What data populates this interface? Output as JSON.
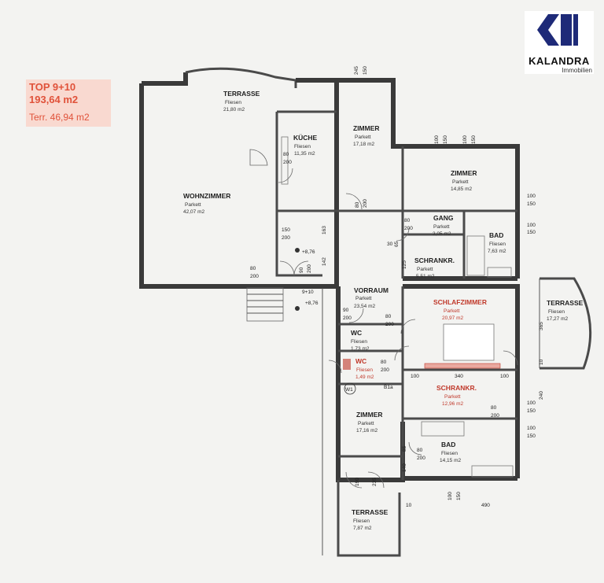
{
  "info": {
    "top": "TOP 9+10",
    "area": "193,64 m2",
    "terrace": "Terr. 46,94 m2"
  },
  "logo": {
    "name": "KALANDRA",
    "sub": "Immobilien",
    "brand_color": "#1e2a78"
  },
  "rooms": [
    {
      "id": "terrasse-north",
      "name": "TERRASSE",
      "floor": "Fliesen",
      "area": "21,80 m2",
      "color": "black"
    },
    {
      "id": "kueche",
      "name": "KÜCHE",
      "floor": "Fliesen",
      "area": "11,35 m2",
      "color": "black"
    },
    {
      "id": "zimmer-north",
      "name": "ZIMMER",
      "floor": "Parkett",
      "area": "17,18 m2",
      "color": "black"
    },
    {
      "id": "zimmer-ne",
      "name": "ZIMMER",
      "floor": "Parkett",
      "area": "14,85 m2",
      "color": "black"
    },
    {
      "id": "wohnzimmer",
      "name": "WOHNZIMMER",
      "floor": "Parkett",
      "area": "42,07 m2",
      "color": "black"
    },
    {
      "id": "gang",
      "name": "GANG",
      "floor": "Parkett",
      "area": "3,05 m2",
      "color": "black"
    },
    {
      "id": "bad-north",
      "name": "BAD",
      "floor": "Fliesen",
      "area": "7,63 m2",
      "color": "black"
    },
    {
      "id": "schrankr-north",
      "name": "SCHRANKR.",
      "floor": "Parkett",
      "area": "5,51 m2",
      "color": "black"
    },
    {
      "id": "vorraum",
      "name": "VORRAUM",
      "floor": "Parkett",
      "area": "23,54 m2",
      "color": "black"
    },
    {
      "id": "schlafzimmer",
      "name": "SCHLAFZIMMER",
      "floor": "Parkett",
      "area": "20,97 m2",
      "color": "red"
    },
    {
      "id": "terrasse-east",
      "name": "TERRASSE",
      "floor": "Fliesen",
      "area": "17,27 m2",
      "color": "black"
    },
    {
      "id": "wc-1",
      "name": "WC",
      "floor": "Fliesen",
      "area": "1,73 m2",
      "color": "black"
    },
    {
      "id": "wc-2",
      "name": "WC",
      "floor": "Fliesen",
      "area": "1,49 m2",
      "color": "red"
    },
    {
      "id": "schrankr-south",
      "name": "SCHRANKR.",
      "floor": "Parkett",
      "area": "12,96 m2",
      "color": "red"
    },
    {
      "id": "zimmer-south",
      "name": "ZIMMER",
      "floor": "Parkett",
      "area": "17,16 m2",
      "color": "black"
    },
    {
      "id": "bad-south",
      "name": "BAD",
      "floor": "Fliesen",
      "area": "14,15 m2",
      "color": "black"
    },
    {
      "id": "terrasse-south",
      "name": "TERRASSE",
      "floor": "Fliesen",
      "area": "7,87 m2",
      "color": "black"
    }
  ],
  "levels": {
    "l1": "+8,76",
    "l2": "9+10",
    "l3": "+8,76"
  },
  "markers": {
    "w1": "W1",
    "b1a": "B1a"
  },
  "dims": {
    "d245": "245",
    "d150a": "150",
    "d100a": "100",
    "d150b": "150",
    "d100b": "100",
    "d150c": "150",
    "d100c": "100",
    "d150d": "150",
    "d100d": "100",
    "d150e": "150",
    "d80a": "80",
    "d200a": "200",
    "d80b": "80",
    "d200b": "200",
    "d80c": "80",
    "d200c": "200",
    "d150f": "150",
    "d200d": "200",
    "d163": "163",
    "d30": "30",
    "d65": "65",
    "d125": "125",
    "d142": "142",
    "d90a": "90",
    "d200e": "200",
    "d80d": "80",
    "d200f": "200",
    "d90b": "90",
    "d200g": "200",
    "d80e": "80",
    "d200h": "200",
    "d80f": "80",
    "d200i": "200",
    "d365": "365",
    "d10a": "10",
    "d100e": "100",
    "d340": "340",
    "d100f": "100",
    "d240": "240",
    "d100g": "100",
    "d150g": "150",
    "d100h": "100",
    "d150h": "150",
    "d85": "85",
    "d80g": "80",
    "d200j": "200",
    "d140": "140",
    "d190": "190",
    "d235": "235",
    "d10b": "10",
    "d100i": "100",
    "d150i": "150",
    "d490": "490",
    "d80h": "80",
    "d200k": "200"
  }
}
